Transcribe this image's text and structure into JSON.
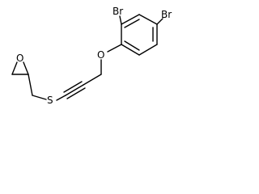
{
  "molecule": {
    "atoms": {
      "br_top": "Br",
      "br_right": "Br",
      "oxygen_ether": "O",
      "oxygen_epoxide": "O",
      "sulfur": "S"
    }
  }
}
